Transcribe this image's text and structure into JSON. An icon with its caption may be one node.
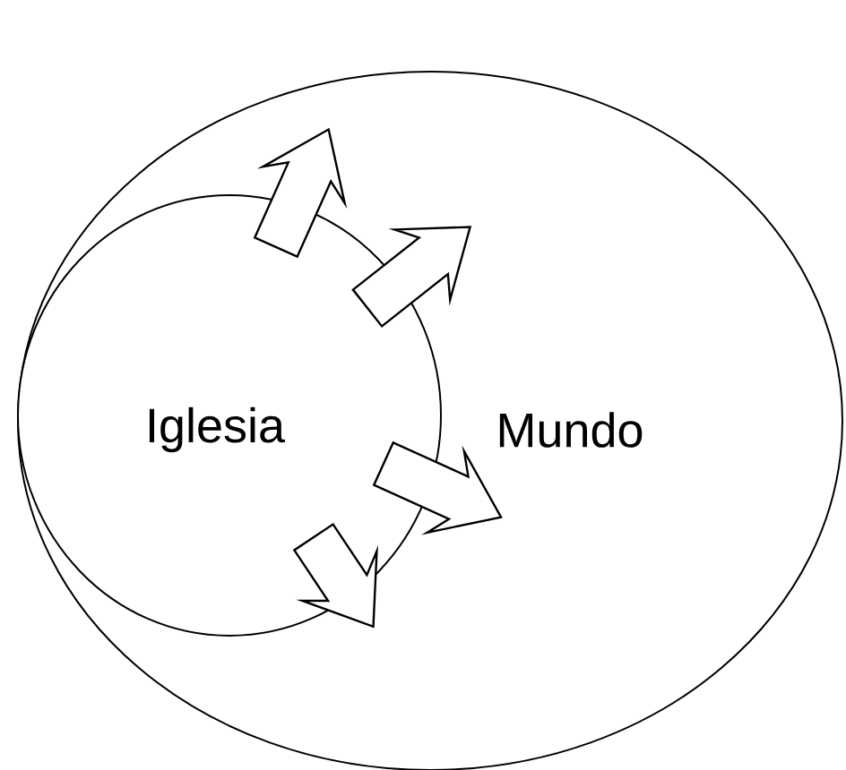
{
  "diagram": {
    "nodes": [
      {
        "text": [
          "Mundo"
        ]
      },
      {
        "text": [
          "Iglesia"
        ],
        "in": 0
      }
    ],
    "edges": [
      {
        "from": 1,
        "to": null,
        "arrow": "to"
      },
      {
        "from": 1,
        "to": null,
        "arrow": "to"
      },
      {
        "from": 1,
        "to": null,
        "arrow": "to"
      },
      {
        "from": 1,
        "to": null,
        "arrow": "to"
      }
    ]
  }
}
